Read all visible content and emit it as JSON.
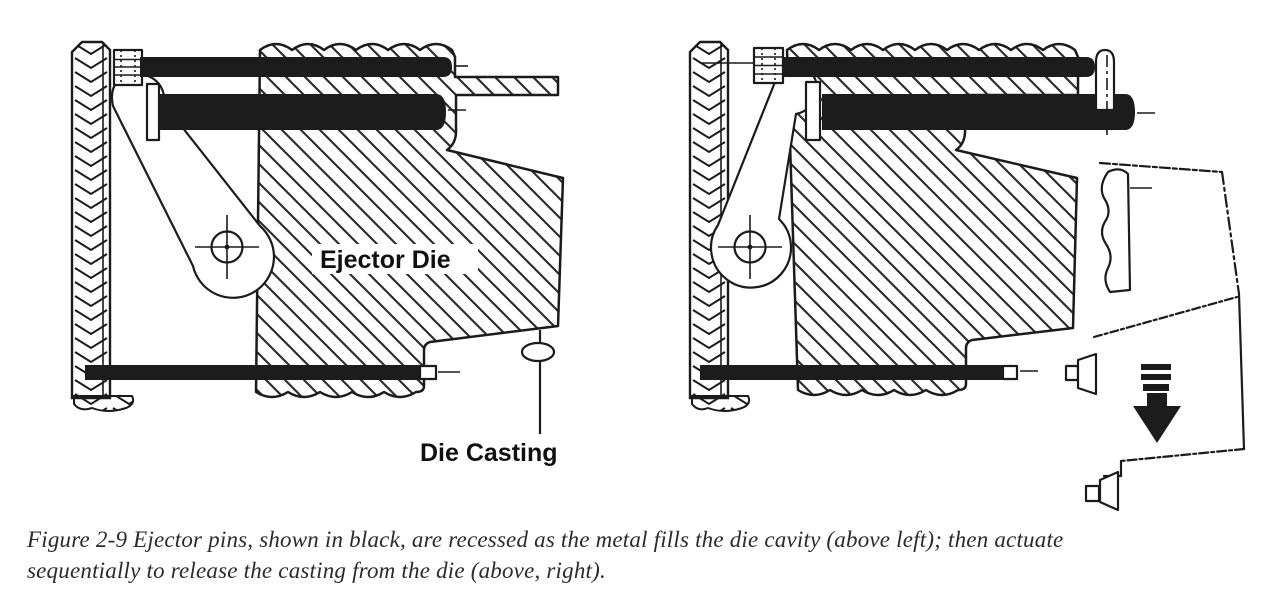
{
  "page": {
    "background_color": "#ffffff"
  },
  "diagram": {
    "panels": {
      "left": {
        "label_ejector_die": "Ejector Die",
        "label_die_casting": "Die Casting"
      },
      "right": {
        "ejection_arrow_icon": "down-arrow-icon"
      }
    },
    "colors": {
      "ink": "#1b1b1b",
      "ejector_pin_fill": "#1c1c1c",
      "hatch_stroke": "#2e2e2e",
      "caption_text": "#2b2b2b"
    }
  },
  "caption": {
    "line1": "Figure 2-9 Ejector pins, shown in black, are recessed as the metal fills the die cavity (above left); then actuate",
    "line2": "sequentially to release the casting from the die (above, right)."
  }
}
